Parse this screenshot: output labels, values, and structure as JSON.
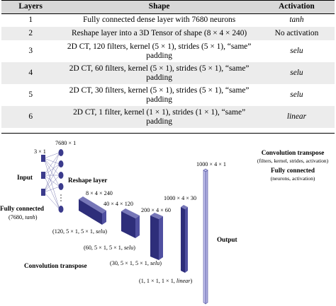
{
  "table": {
    "headers": [
      "Layers",
      "Shape",
      "Activation"
    ],
    "rows": [
      {
        "layer": "1",
        "shape": "Fully connected dense layer with 7680 neurons",
        "activation": "tanh"
      },
      {
        "layer": "2",
        "shape": "Reshape layer into a 3D Tensor of shape (8 × 4 × 240)",
        "activation": "No activation"
      },
      {
        "layer": "3",
        "shape": "2D CT, 120 filters, kernel (5 × 1), strides (5 × 1), “same” padding",
        "activation": "selu"
      },
      {
        "layer": "4",
        "shape": "2D CT, 60 filters, kernel (5 × 1), strides (5 × 1), “same” padding",
        "activation": "selu"
      },
      {
        "layer": "5",
        "shape": "2D CT, 30 filters, kernel (5 × 1), strides (5 × 1), “same” padding",
        "activation": "selu"
      },
      {
        "layer": "6",
        "shape": "2D CT, 1 filter, kernel (1 × 1), strides (1 × 1), “same” padding",
        "activation": "linear"
      }
    ]
  },
  "diagram": {
    "label_3x1": "3 × 1",
    "label_7680x1": "7680 × 1",
    "input": "Input",
    "fully_connected": "Fully connected",
    "fc_params_prefix": "(7680, ",
    "fc_params_act": "tanh",
    "fc_params_suffix": ")",
    "reshape": "Reshape layer",
    "shape_8x4x240": "8 × 4 × 240",
    "shape_40x4x120": "40 × 4 × 120",
    "shape_200x4x60": "200 × 4 × 60",
    "shape_1000x4x30": "1000 × 4 × 30",
    "shape_1000x4x1": "1000 × 4 × 1",
    "ct1_prefix": "(120, 5 × 1, 5 × 1, ",
    "ct1_act": "selu",
    "ct2_prefix": "(60, 5 × 1, 5 × 1, ",
    "ct2_act": "selu",
    "ct3_prefix": "(30, 5 × 1, 5 × 1, ",
    "ct3_act": "selu",
    "ct4_prefix": "(1, 1 × 1, 1 × 1, ",
    "ct4_act": "linear",
    "ct_suffix": ")",
    "conv_transpose": "Convolution transpose",
    "output": "Output",
    "legend_ct_title": "Convolution transpose",
    "legend_ct_sub": "(filters, kernel, strides, activation)",
    "legend_fc_title": "Fully connected",
    "legend_fc_sub": "(neurons, activation)",
    "colors": {
      "node": "#3b3b8c",
      "block_face": "#2e2e7a",
      "block_top": "#7777b8",
      "block_side": "#5050a0",
      "output_fill": "#c4c4ec",
      "output_stroke": "#4a4a9a"
    }
  }
}
